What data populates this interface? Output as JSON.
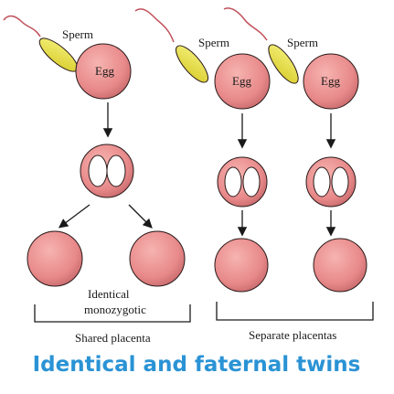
{
  "labels": {
    "sperm_left": "Sperm",
    "sperm_mid": "Sperm",
    "sperm_right": "Sperm",
    "egg_left": "Egg",
    "egg_mid": "Egg",
    "egg_right": "Egg",
    "identical_line1": "Identical",
    "identical_line2": "monozygotic",
    "shared_placenta": "Shared placenta",
    "separate_placentas": "Separate placentas"
  },
  "caption": "Identical and faternal twins",
  "colors": {
    "cell_fill": "#e8898a",
    "cell_stroke": "#2a1a1a",
    "sperm_head": "#e5e04a",
    "sperm_tail": "#c0505a",
    "nucleus": "#ffffff",
    "caption": "#2a93d5"
  }
}
